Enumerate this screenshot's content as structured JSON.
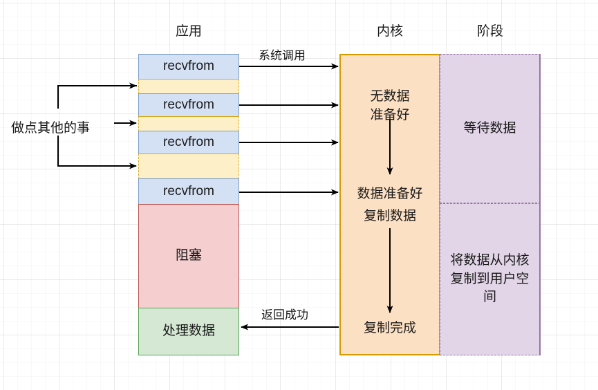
{
  "diagram": {
    "columns": [
      {
        "key": "app",
        "title": "应用"
      },
      {
        "key": "kernel",
        "title": "内核"
      },
      {
        "key": "phase",
        "title": "阶段"
      }
    ],
    "app_column": {
      "calls": [
        {
          "label": "recvfrom"
        },
        {
          "label": "recvfrom"
        },
        {
          "label": "recvfrom"
        },
        {
          "label": "recvfrom"
        }
      ],
      "wait_gaps": [
        {
          "label": ""
        },
        {
          "label": ""
        },
        {
          "label": ""
        }
      ],
      "blocked": {
        "label": "阻塞"
      },
      "process": {
        "label": "处理数据"
      }
    },
    "kernel_column": {
      "states": [
        {
          "label": "无数据\n准备好"
        },
        {
          "label": "数据准备好"
        },
        {
          "label": "复制数据"
        },
        {
          "label": "复制完成"
        }
      ]
    },
    "phase_column": {
      "phases": [
        {
          "label": "等待数据"
        },
        {
          "label": "将数据从内核\n复制到用户空\n间"
        }
      ]
    },
    "edge_labels": {
      "syscall": "系统调用",
      "return_success": "返回成功",
      "do_other_things": "做点其他的事"
    },
    "colors": {
      "app_box_fill": "#d4e1f5",
      "app_box_stroke": "#7a9cc6",
      "gap_fill": "#fdf0c9",
      "gap_stroke": "#d6a820",
      "blocked_fill": "#f5cfcf",
      "blocked_stroke": "#b85450",
      "process_fill": "#d5e8d4",
      "process_stroke": "#56a14f",
      "kernel_fill": "#fce0c3",
      "kernel_stroke": "#d79b00",
      "phase_fill": "#e1d5e7",
      "phase_stroke": "#9673a6",
      "arrow": "#000000",
      "text": "#1a1a1a"
    }
  }
}
